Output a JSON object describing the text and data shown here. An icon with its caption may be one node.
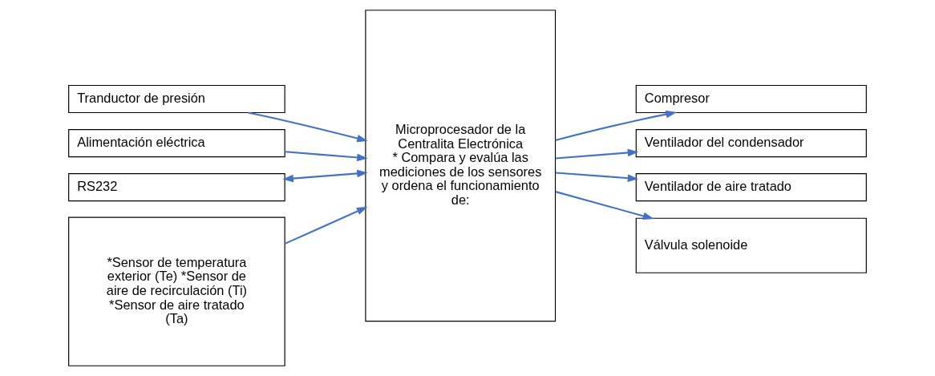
{
  "diagram": {
    "nodes": [
      {
        "text": [
          "Tranductor de presión"
        ]
      },
      {
        "text": [
          "Alimentación eléctrica"
        ]
      },
      {
        "text": [
          "RS232"
        ]
      },
      {
        "text": [
          "*Sensor de temperatura exterior (Te) *Sensor de aire de recirculación (Ti) *Sensor de aire tratado (Ta)"
        ]
      },
      {
        "text": [
          "Microprocesador de la Centralita Electrónica",
          "* Compara y evalúa las mediciones de los sensores y ordena el funcionamiento de:"
        ]
      },
      {
        "text": [
          "Compresor"
        ]
      },
      {
        "text": [
          "Ventilador del condensador"
        ]
      },
      {
        "text": [
          "Ventilador de aire tratado"
        ]
      },
      {
        "text": [
          "Válvula solenoide"
        ]
      }
    ],
    "edges": [
      {
        "from": 0,
        "to": 4,
        "arrow": "to"
      },
      {
        "from": 1,
        "to": 4,
        "arrow": "to"
      },
      {
        "from": 2,
        "to": 4,
        "arrow": "both"
      },
      {
        "from": 3,
        "to": 4,
        "arrow": "to"
      },
      {
        "from": 4,
        "to": 5,
        "arrow": "to"
      },
      {
        "from": 4,
        "to": 6,
        "arrow": "to"
      },
      {
        "from": 4,
        "to": 7,
        "arrow": "to"
      },
      {
        "from": 4,
        "to": 8,
        "arrow": "to"
      }
    ]
  }
}
